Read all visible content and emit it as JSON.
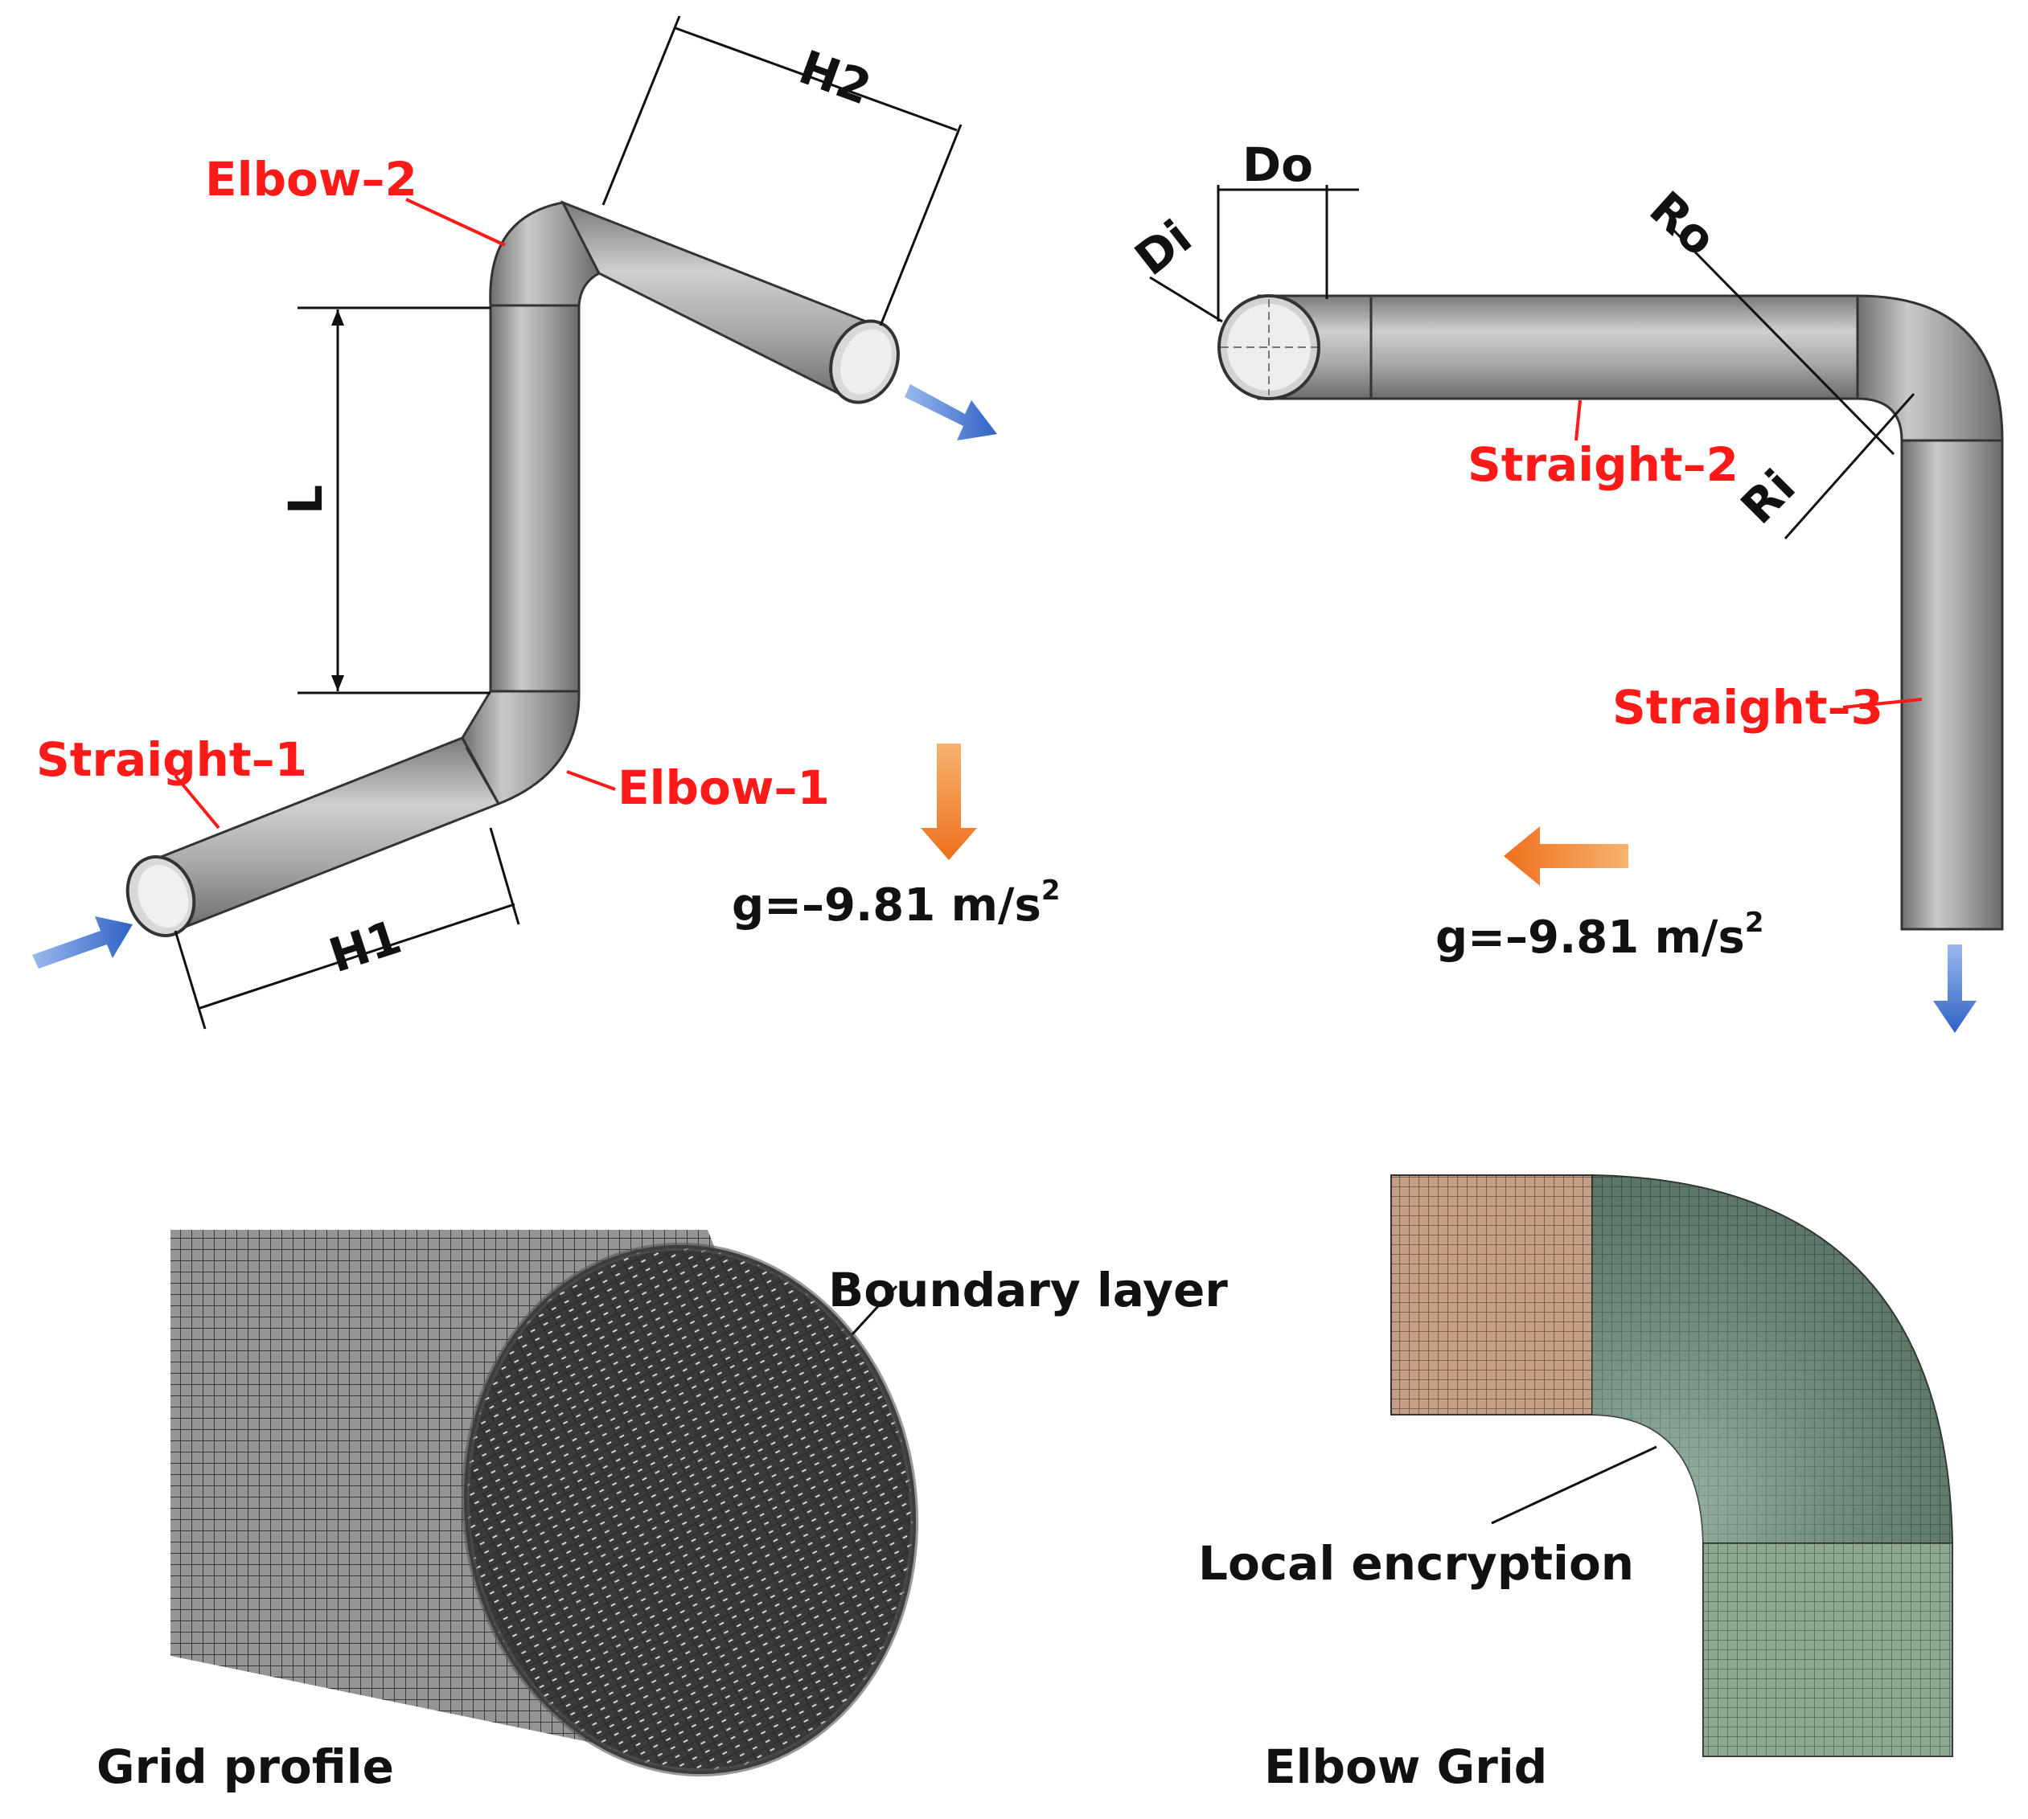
{
  "diagram": {
    "panel_a": {
      "labels": {
        "elbow2": "Elbow–2",
        "elbow1": "Elbow–1",
        "straight1": "Straight–1",
        "h1": "H1",
        "h2": "H2",
        "l": "L"
      },
      "gravity": "g=–9.81 m/s",
      "gravity_exp": "2"
    },
    "panel_b": {
      "labels": {
        "do": "Do",
        "di": "Di",
        "ro": "Ro",
        "ri": "Ri",
        "straight2": "Straight–2",
        "straight3": "Straight–3"
      },
      "gravity": "g=–9.81 m/s",
      "gravity_exp": "2"
    },
    "panel_c": {
      "label_boundary": "Boundary layer",
      "caption": "Grid profile"
    },
    "panel_d": {
      "label_local": "Local encryption",
      "caption": "Elbow Grid"
    },
    "colors": {
      "label_red": "#ff1a1a",
      "flow_arrow_blue": "#3f72cf",
      "gravity_arrow_orange": "#f07f2a",
      "pipe_gray": "#9a9a9a",
      "mesh_dark": "#3a3a3a",
      "mesh_green": "#5f7a6c",
      "mesh_tan": "#b9937a"
    }
  }
}
